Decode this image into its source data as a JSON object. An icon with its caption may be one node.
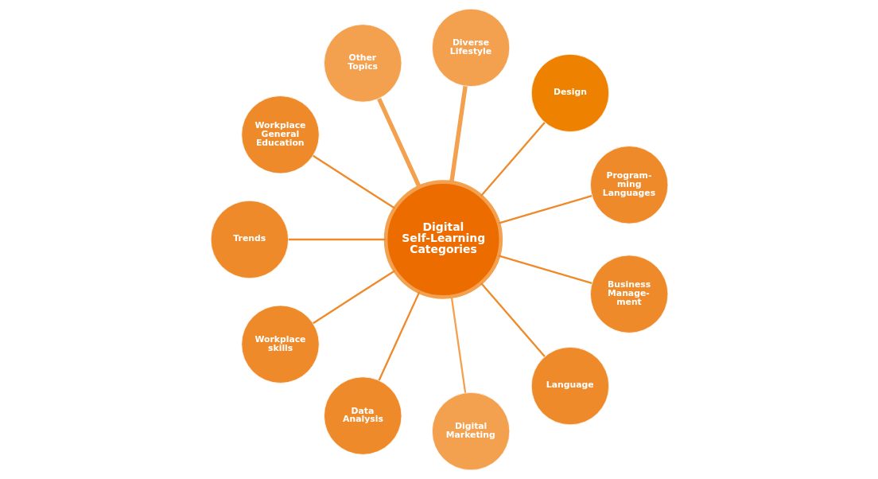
{
  "diagram": {
    "nodes": [
      {
        "text": [
          "Digital Self-Learning Categories"
        ]
      },
      {
        "text": [
          "Program- ming Languages"
        ]
      },
      {
        "text": [
          "Design"
        ]
      },
      {
        "text": [
          "Diverse Lifestyle"
        ]
      },
      {
        "text": [
          "Other Topics"
        ]
      },
      {
        "text": [
          "Workplace General Education"
        ]
      },
      {
        "text": [
          "Trends"
        ]
      },
      {
        "text": [
          "Workplace skills"
        ]
      },
      {
        "text": [
          "Data Analysis"
        ]
      },
      {
        "text": [
          "Digital Marketing"
        ]
      },
      {
        "text": [
          "Language"
        ]
      },
      {
        "text": [
          "Business Manage- ment"
        ]
      }
    ],
    "edges": [
      {
        "from": 0,
        "to": 1,
        "arrow": "none"
      },
      {
        "from": 0,
        "to": 2,
        "arrow": "none"
      },
      {
        "from": 0,
        "to": 3,
        "arrow": "none",
        "style": "thick",
        "color": "#f3a04f"
      },
      {
        "from": 0,
        "to": 4,
        "arrow": "none",
        "style": "thick",
        "color": "#f3a04f"
      },
      {
        "from": 0,
        "to": 5,
        "arrow": "none"
      },
      {
        "from": 0,
        "to": 6,
        "arrow": "none"
      },
      {
        "from": 0,
        "to": 7,
        "arrow": "none"
      },
      {
        "from": 0,
        "to": 8,
        "arrow": "none"
      },
      {
        "from": 0,
        "to": 9,
        "arrow": "none",
        "color": "#f3a04f"
      },
      {
        "from": 0,
        "to": 10,
        "arrow": "none"
      },
      {
        "from": 0,
        "to": 11,
        "arrow": "none"
      }
    ]
  }
}
